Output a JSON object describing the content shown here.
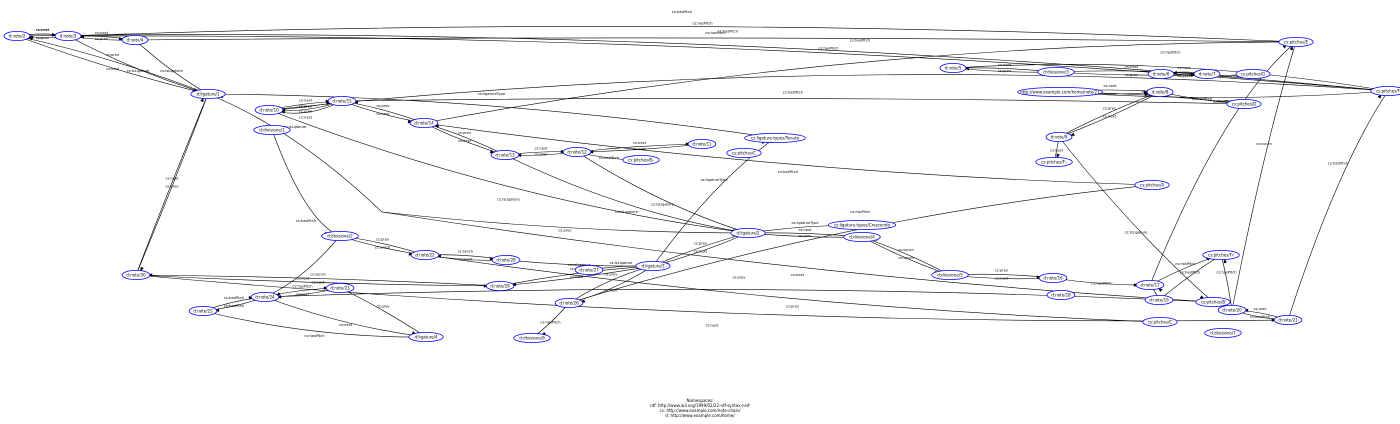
{
  "colors": {
    "node_stroke": "#0000ff",
    "edge": "#000000",
    "background": "#ffffff"
  },
  "namespaces": {
    "title": "Namespaces:",
    "lines": [
      "rdf: http://www.w3.org/1999/02/22-rdf-syntax-ns#",
      "cs: http://www.example.com/note-chain/",
      "d: http://www.example.com/home/"
    ]
  },
  "nodes": [
    {
      "id": "n2",
      "label": "d:note/2"
    },
    {
      "id": "n3",
      "label": "d:note/3"
    },
    {
      "id": "n4",
      "label": "d:note/4"
    },
    {
      "id": "n5",
      "label": "d:note/5"
    },
    {
      "id": "n6",
      "label": "d:note/6"
    },
    {
      "id": "n7",
      "label": "d:note/7"
    },
    {
      "id": "n8",
      "label": "d:note/8"
    },
    {
      "id": "n9",
      "label": "d:note/9"
    },
    {
      "id": "n10",
      "label": "d:note/10"
    },
    {
      "id": "n11",
      "label": "d:note/11"
    },
    {
      "id": "n12",
      "label": "d:note/12"
    },
    {
      "id": "n13",
      "label": "d:note/13"
    },
    {
      "id": "n14",
      "label": "d:note/14"
    },
    {
      "id": "n15",
      "label": "d:note/15"
    },
    {
      "id": "n16",
      "label": "d:note/16"
    },
    {
      "id": "n17",
      "label": "d:note/17"
    },
    {
      "id": "n18",
      "label": "d:note/18"
    },
    {
      "id": "n19",
      "label": "d:note/19"
    },
    {
      "id": "n20",
      "label": "d:note/20"
    },
    {
      "id": "n21",
      "label": "d:note/21"
    },
    {
      "id": "n22",
      "label": "d:note/22"
    },
    {
      "id": "n23",
      "label": "d:note/23"
    },
    {
      "id": "n24",
      "label": "d:note/24"
    },
    {
      "id": "n25",
      "label": "d:note/25"
    },
    {
      "id": "n26",
      "label": "d:note/26"
    },
    {
      "id": "n27",
      "label": "d:note/27"
    },
    {
      "id": "n28",
      "label": "d:note/28"
    },
    {
      "id": "n29",
      "label": "d:note/29"
    },
    {
      "id": "n30",
      "label": "d:note/30"
    },
    {
      "id": "l1",
      "label": "d:ligature/1"
    },
    {
      "id": "l2",
      "label": "d:ligature/2"
    },
    {
      "id": "l3",
      "label": "d:ligature/3"
    },
    {
      "id": "l4",
      "label": "d:ligature/4"
    },
    {
      "id": "d1",
      "label": "d:divisione/1"
    },
    {
      "id": "d2",
      "label": "d:divisione/2"
    },
    {
      "id": "d3",
      "label": "d:divisione/3"
    },
    {
      "id": "d4",
      "label": "d:divisione/4"
    },
    {
      "id": "d5",
      "label": "d:divisione/5"
    },
    {
      "id": "d6",
      "label": "d:divisione/6"
    },
    {
      "id": "d7",
      "label": "d:divisione/7"
    },
    {
      "id": "url",
      "label": "http://www.example.com/home/note/21"
    },
    {
      "id": "pA",
      "label": "cs:pitches/A"
    },
    {
      "id": "pB",
      "label": "cs:pitches/B"
    },
    {
      "id": "pC",
      "label": "cs:pitches/C"
    },
    {
      "id": "pD",
      "label": "cs:pitches/D"
    },
    {
      "id": "pE",
      "label": "cs:pitches/E"
    },
    {
      "id": "pF",
      "label": "cs:pitches/F"
    },
    {
      "id": "pG",
      "label": "cs:pitches/G"
    },
    {
      "id": "pFs",
      "label": "cs:pitches/F♯"
    },
    {
      "id": "pFlat",
      "label": "cs:pitches/F♭"
    },
    {
      "id": "pBf",
      "label": "cs:pitches/B♭"
    },
    {
      "id": "pCn",
      "label": "cs:pitches/C"
    },
    {
      "id": "tTen",
      "label": "cs:ligature-types/Tenuto"
    },
    {
      "id": "tCres",
      "label": "cs:ligature-types/Crescendo"
    }
  ],
  "edges": [
    {
      "label": "cs:next"
    },
    {
      "label": "cs:prev"
    },
    {
      "label": "cs:hasPitch"
    },
    {
      "label": "cs:hasPitch"
    },
    {
      "label": "cs:next"
    },
    {
      "label": "cs:prev"
    },
    {
      "label": "cs:isLigature"
    },
    {
      "label": "cs:isLigature"
    },
    {
      "label": "cs:prev"
    },
    {
      "label": "cs:next"
    },
    {
      "label": "cs:hasPitch"
    },
    {
      "label": "cs:ligatureType"
    },
    {
      "label": "cs:hasPitch"
    },
    {
      "label": "cs:next"
    },
    {
      "label": "cs:prev"
    },
    {
      "label": "cs:prev"
    },
    {
      "label": "cs:next"
    },
    {
      "label": "cs:hasPitch"
    },
    {
      "label": "cs:hasPitch"
    },
    {
      "label": "cs:prev"
    },
    {
      "label": "cs:next"
    },
    {
      "label": "cs:hasPitch"
    },
    {
      "label": "cs:next"
    },
    {
      "label": "cs:prev"
    },
    {
      "label": "cs:hasPitch"
    },
    {
      "label": "cs:next"
    },
    {
      "label": "cs:prev"
    },
    {
      "label": "cs:next"
    },
    {
      "label": "cs:prev"
    },
    {
      "label": "cs:hasPitch"
    },
    {
      "label": "cs:next"
    },
    {
      "label": "cs:prev"
    },
    {
      "label": "cs:hasPitch"
    },
    {
      "label": "cs:prev"
    },
    {
      "label": "cs:next"
    },
    {
      "label": "cs:next"
    },
    {
      "label": "cs:prev"
    },
    {
      "label": "cs:hasPitch"
    },
    {
      "label": "cs:hasPitch"
    },
    {
      "label": "cs:next"
    },
    {
      "label": "cs:prev"
    },
    {
      "label": "cs:hasPitch"
    },
    {
      "label": "cs:hasPitch"
    },
    {
      "label": "cs:prev"
    },
    {
      "label": "cs:next"
    },
    {
      "label": "cs:next"
    },
    {
      "label": "cs:isLigature"
    },
    {
      "label": "cs:hasPitch"
    },
    {
      "label": "cs:hasPitch"
    },
    {
      "label": "cs:hasPitch"
    },
    {
      "label": "cs:prev"
    },
    {
      "label": "cs:ligatureType"
    },
    {
      "label": "cs:hasPitch"
    },
    {
      "label": "cs:hasPitch"
    },
    {
      "label": "cs:ligatureType"
    },
    {
      "label": "cs:prev"
    },
    {
      "label": "cs:next"
    },
    {
      "label": "cs:synch"
    },
    {
      "label": "cs:synch"
    },
    {
      "label": "cs:next"
    },
    {
      "label": "cs:prev"
    },
    {
      "label": "cs:isLigature"
    },
    {
      "label": "cs:isLigature"
    },
    {
      "label": "cs:isLigature"
    },
    {
      "label": "cs:prev"
    },
    {
      "label": "cs:next"
    },
    {
      "label": "cs:isLigature"
    },
    {
      "label": "cs:next"
    },
    {
      "label": "cs:prev"
    },
    {
      "label": "cs:hasPitch"
    },
    {
      "label": "cs:isLigature"
    },
    {
      "label": "cs:prev"
    },
    {
      "label": "cs:next"
    },
    {
      "label": "cs:isLigature"
    },
    {
      "label": "cs:prev"
    },
    {
      "label": "cs:next"
    },
    {
      "label": "cs:hasPitch"
    },
    {
      "label": "cs:synch"
    },
    {
      "label": "cs:prev"
    },
    {
      "label": "cs:next"
    },
    {
      "label": "cs:synch"
    },
    {
      "label": "cs:next"
    },
    {
      "label": "cs:prev"
    },
    {
      "label": "cs:hasPitch"
    },
    {
      "label": "cs:next"
    },
    {
      "label": "cs:prev"
    },
    {
      "label": "cs:hasPitch"
    },
    {
      "label": "cs:hasPitch"
    },
    {
      "label": "cs:hasPitch"
    },
    {
      "label": "cs:prev"
    },
    {
      "label": "cs:next"
    },
    {
      "label": "cs:next"
    },
    {
      "label": "cs:prev"
    },
    {
      "label": "cs:next"
    },
    {
      "label": "cs:prev"
    },
    {
      "label": "cs:hasPitch"
    },
    {
      "label": "cs:hasPitch"
    },
    {
      "label": "cs:synch"
    },
    {
      "label": "cs:synch"
    },
    {
      "label": "cs:next"
    },
    {
      "label": "cs:hasPitch"
    },
    {
      "label": "cs:next"
    }
  ]
}
